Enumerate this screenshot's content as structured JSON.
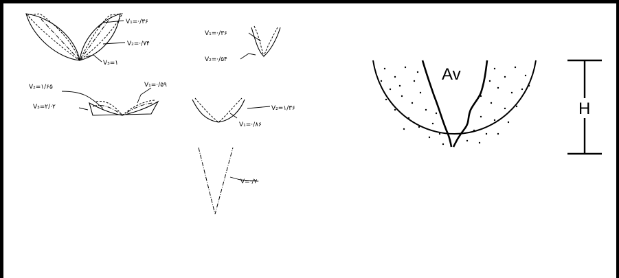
{
  "panel1": {
    "v1": "V₁=·/۳۶",
    "v2": "V₂=·/۷۴",
    "v3": "V₃=۱"
  },
  "panel2": {
    "v1": "V₁=·/۳۶",
    "v2": "V₂=·/۵۴"
  },
  "panel3": {
    "v1": "V₁=·/۵۹",
    "v2": "V₂=۱/۶۵",
    "v3": "V₃=۲/·۲"
  },
  "panel4": {
    "v1": "V₁=·/۸۶",
    "v2": "V₂=۱/۳۶"
  },
  "panel5": {
    "v": "V=·/۲·"
  },
  "cross_section": {
    "label": "Av",
    "height_label": "H"
  }
}
